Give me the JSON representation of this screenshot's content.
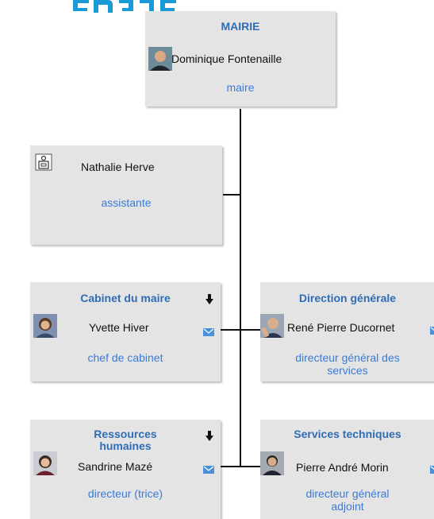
{
  "chart": {
    "root": {
      "title": "MAIRIE",
      "name": "Dominique Fontenaille",
      "role": "maire"
    },
    "assistant": {
      "name": "Nathalie Herve",
      "role": "assistante"
    },
    "cabinet": {
      "title": "Cabinet du maire",
      "name": "Yvette Hiver",
      "role": "chef de cabinet"
    },
    "direction": {
      "title": "Direction générale",
      "name": "René Pierre Ducornet",
      "role_line1": "directeur général des",
      "role_line2": "services"
    },
    "rh": {
      "title_line1": "Ressources",
      "title_line2": "humaines",
      "name": "Sandrine Mazé",
      "role": "directeur (trice)"
    },
    "tech": {
      "title": "Services techniques",
      "name": "Pierre André Morin",
      "role_line1": "directeur général",
      "role_line2": "adjoint"
    }
  },
  "icons": [
    "org-logo-fragment",
    "person-placeholder-icon",
    "expand-down-arrow-icon",
    "mail-icon",
    "avatar-photo"
  ],
  "colors": {
    "title": "#2f6db6",
    "role": "#3a7bd5",
    "card": "#e4e4e4",
    "line": "#111111",
    "link_icon": "#4a90d9"
  }
}
